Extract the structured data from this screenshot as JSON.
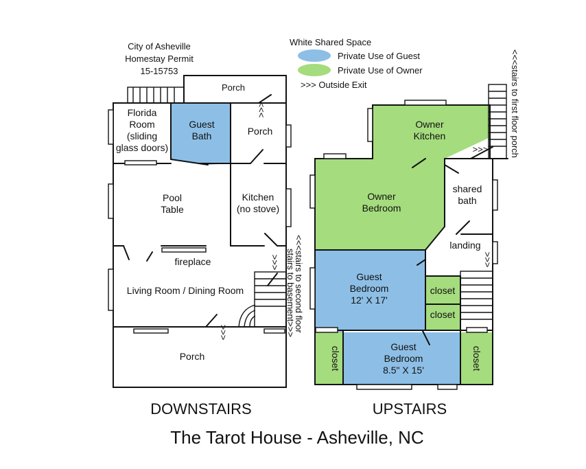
{
  "permit": {
    "line1": "City of Asheville",
    "line2": "Homestay Permit",
    "line3": "15-15753"
  },
  "legend": {
    "shared": "White Shared Space",
    "guest": "Private Use of Guest",
    "owner": "Private Use of Owner",
    "exit": ">>> Outside Exit"
  },
  "colors": {
    "guest": "#8dbfe6",
    "owner": "#a5dc7e"
  },
  "downstairs": {
    "heading": "DOWNSTAIRS",
    "porch_top": "Porch",
    "florida": [
      "Florida",
      "Room",
      "(sliding",
      "glass doors)"
    ],
    "guest_bath": [
      "Guest",
      "Bath"
    ],
    "porch_side": "Porch",
    "pool": [
      "Pool",
      "Table"
    ],
    "kitchen": [
      "Kitchen",
      "(no stove)"
    ],
    "fireplace": "fireplace",
    "living": "Living Room / Dining Room",
    "porch_bottom": "Porch",
    "stairs_note_1": "<<<stairs to second floor",
    "stairs_note_2": "stairs to basement>>>",
    "exit_top": ">>>",
    "exit_stairs": ">>>",
    "exit_bottom": ">>>"
  },
  "upstairs": {
    "heading": "UPSTAIRS",
    "owner_kitchen": [
      "Owner",
      "Kitchen"
    ],
    "owner_bedroom": [
      "Owner",
      "Bedroom"
    ],
    "shared_bath": [
      "shared",
      "bath"
    ],
    "landing": "landing",
    "guest_bedroom_1": [
      "Guest",
      "Bedroom",
      "12' X 17'"
    ],
    "closet_a": "closet",
    "closet_b": "closet",
    "closet_left": "closet",
    "closet_right": "closet",
    "guest_bedroom_2": [
      "Guest",
      "Bedroom",
      "8.5\" X 15'"
    ],
    "stairs_note": "<<<stairs to first floor porch",
    "exit_right": ">>>",
    "exit_landing": ">>>"
  },
  "title": "The Tarot House - Asheville, NC"
}
